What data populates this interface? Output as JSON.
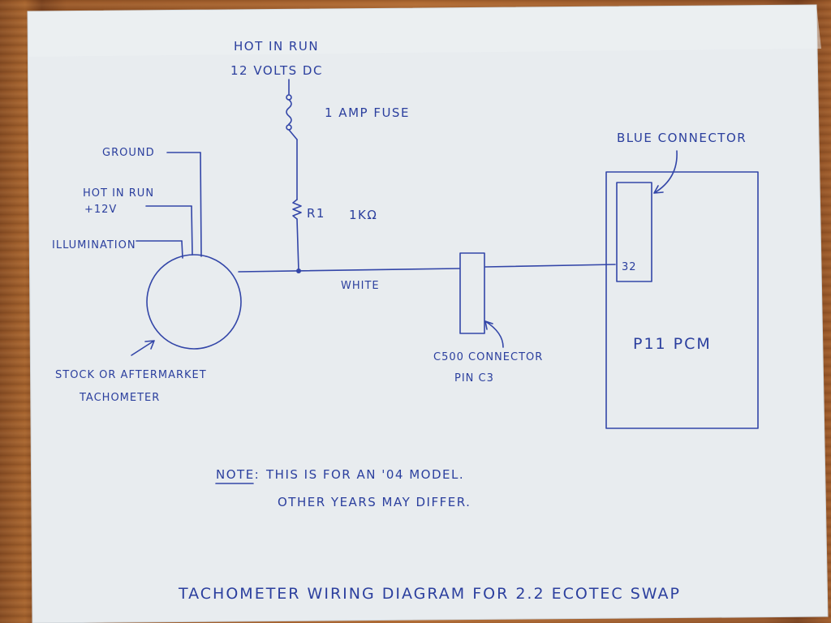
{
  "diagram": {
    "title": "TACHOMETER WIRING DIAGRAM FOR 2.2 ECOTEC SWAP",
    "power": {
      "line1": "HOT IN RUN",
      "line2": "12 VOLTS DC"
    },
    "fuse": "1 AMP FUSE",
    "resistor": {
      "name": "R1",
      "value": "1KΩ"
    },
    "wire_color": "WHITE",
    "tach_inputs": {
      "ground": "GROUND",
      "hot_line1": "HOT IN RUN",
      "hot_line2": "+12V",
      "illumination": "ILLUMINATION"
    },
    "tachometer": {
      "line1": "STOCK OR AFTERMARKET",
      "line2": "TACHOMETER"
    },
    "c500": {
      "line1": "C500 CONNECTOR",
      "line2": "PIN C3"
    },
    "pcm": {
      "connector_label": "BLUE CONNECTOR",
      "pin": "32",
      "name": "P11 PCM"
    },
    "note": {
      "prefix": "NOTE:",
      "line1": "THIS IS FOR AN '04 MODEL.",
      "line2": "OTHER YEARS MAY DIFFER."
    }
  },
  "colors": {
    "ink": "#3346a8",
    "paper": "#eceff2"
  }
}
